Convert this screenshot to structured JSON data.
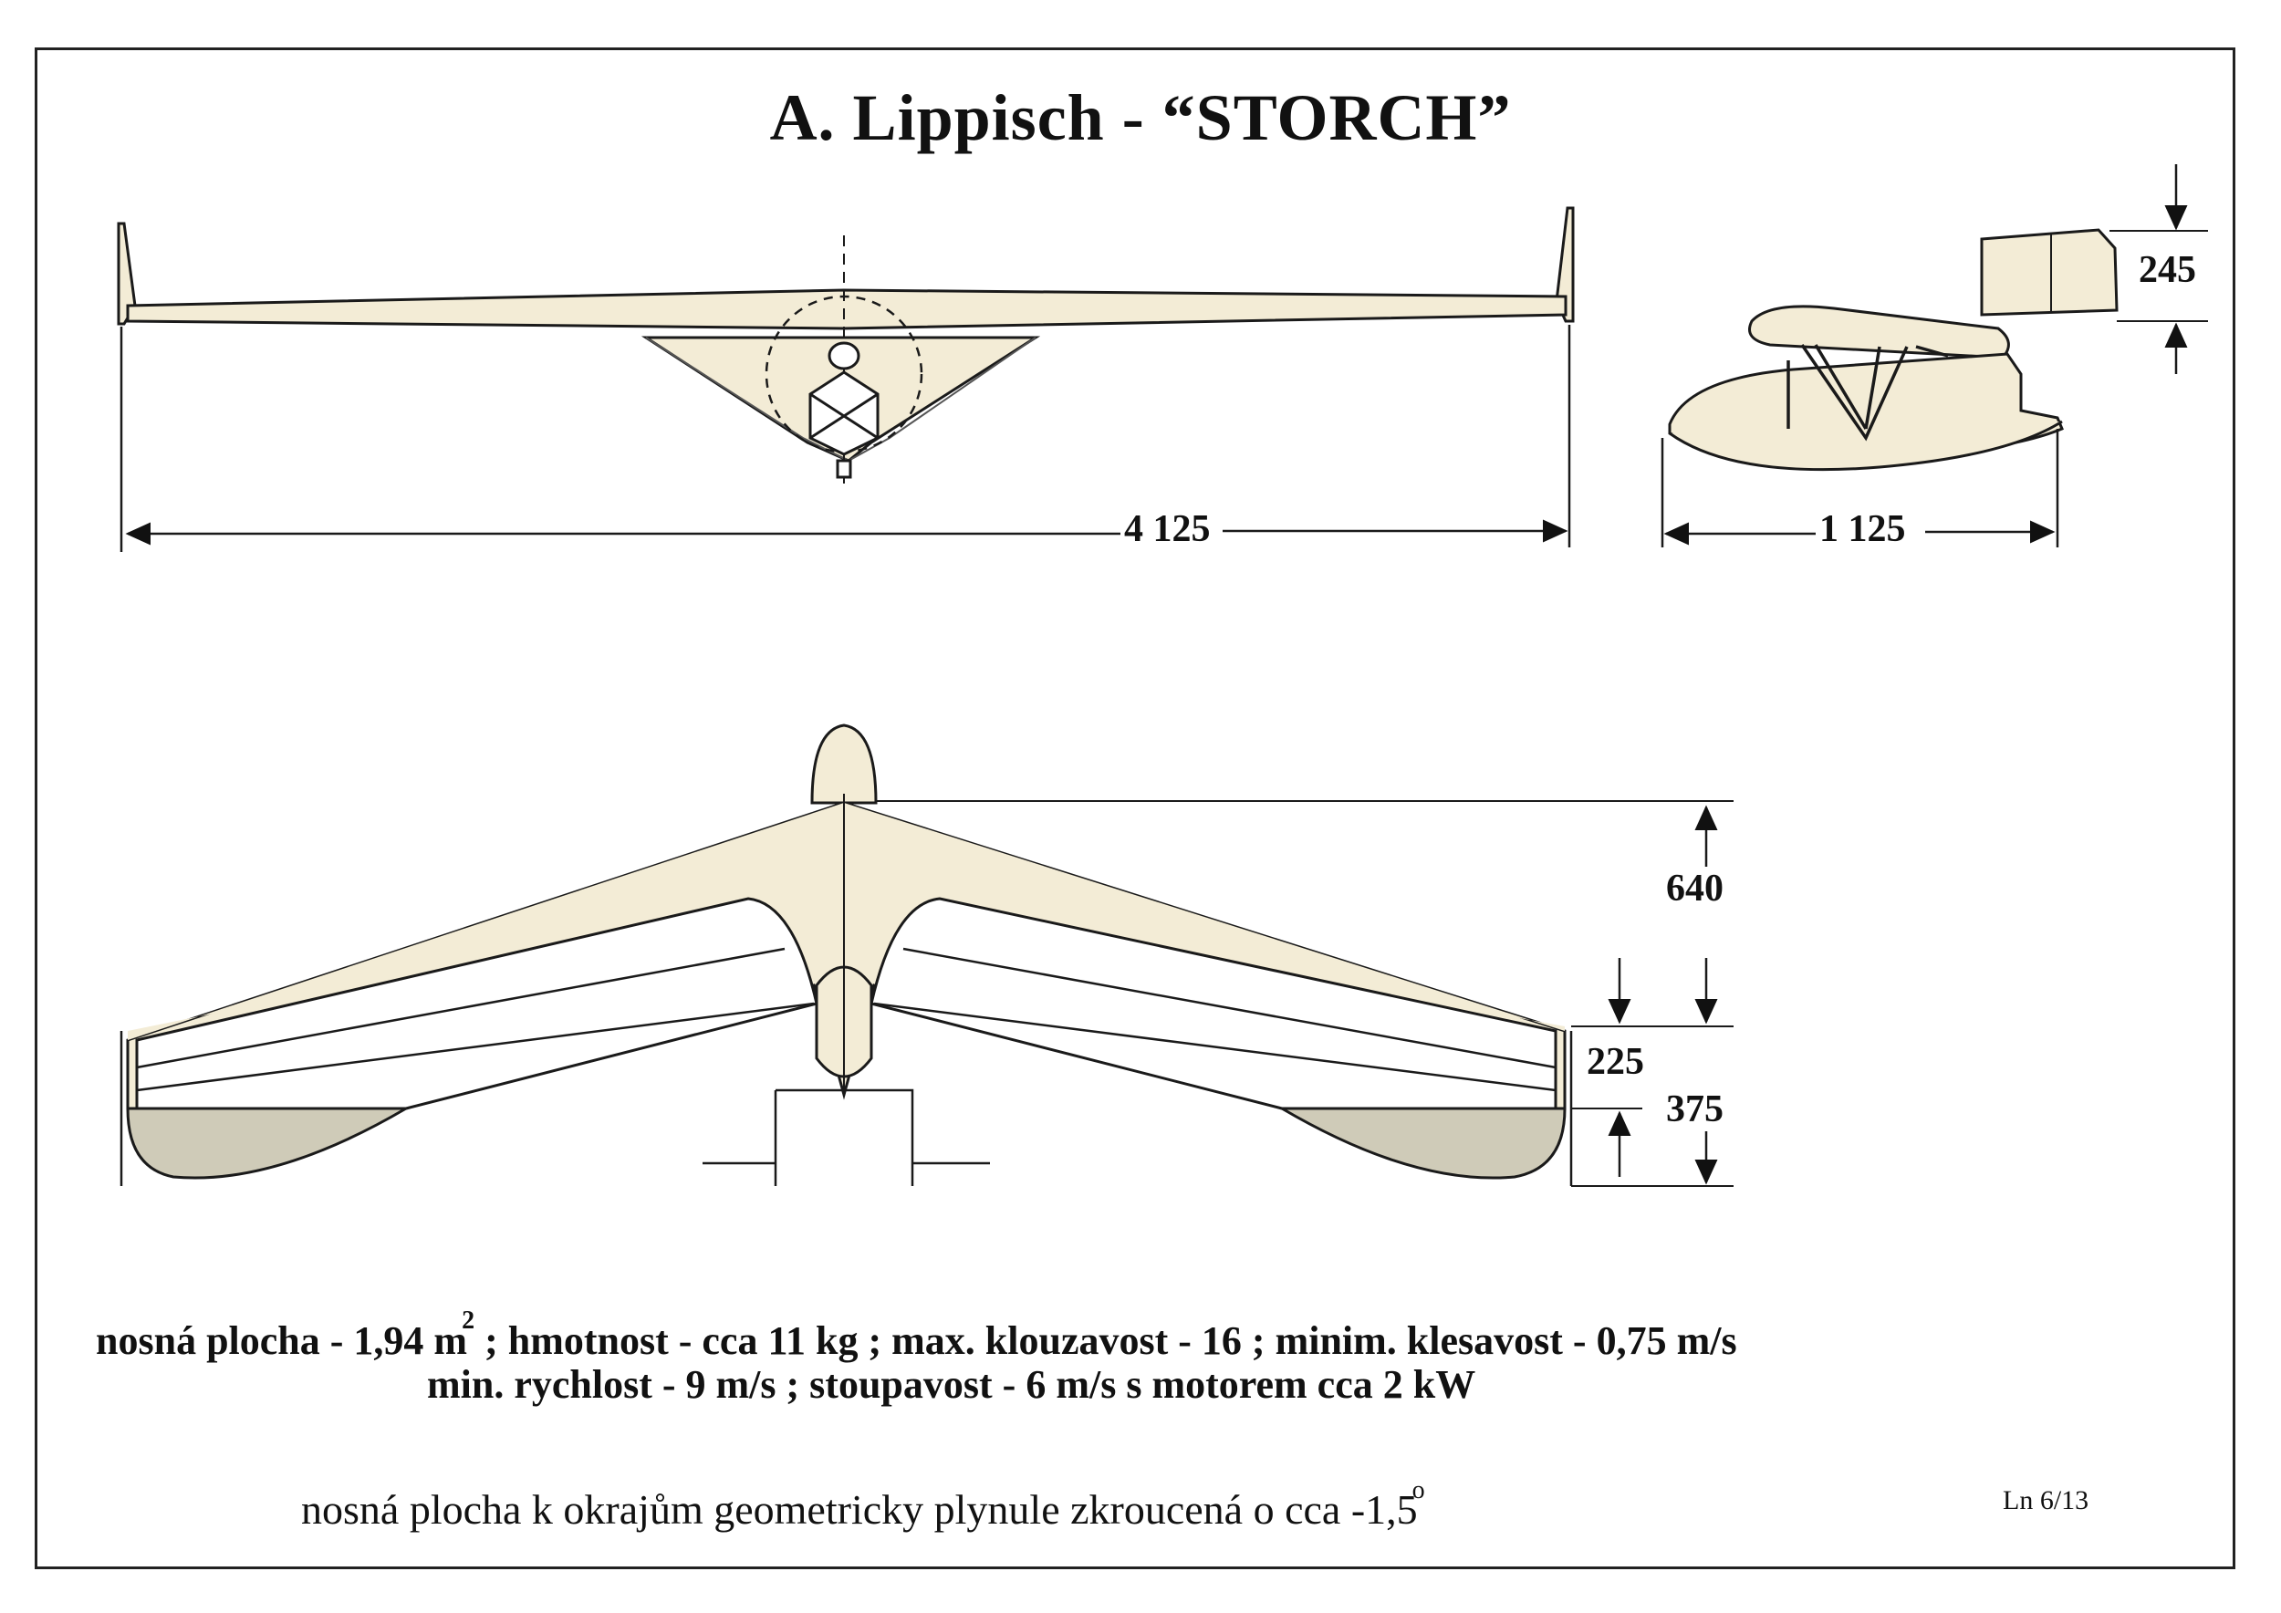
{
  "title": "A. Lippisch - “STORCH”",
  "dimensions": {
    "span": "4 125",
    "length": "1 125",
    "fin_height": "245",
    "wing_depth": "640",
    "tip_chord": "225",
    "tip_depth": "375"
  },
  "specs": {
    "line1_a": "nosná  plocha - 1,94 m",
    "line1_sup": "2",
    "line1_b": " ; hmotnost - cca 11 kg ; max. klouzavost  - 16 ; minim. klesavost - 0,75 m/s",
    "line2": "min. rychlost - 9 m/s ; stoupavost - 6 m/s s motorem cca 2 kW"
  },
  "note": {
    "text": "nosná  plocha  k  okrajům  geometricky plynule zkroucená o cca -1,5",
    "sup": "o"
  },
  "sheet_ref": "Ln 6/13",
  "colors": {
    "wing_fill": "#f3ecd6",
    "float_fill": "#cfcbb8",
    "outline": "#1a1a1a"
  }
}
